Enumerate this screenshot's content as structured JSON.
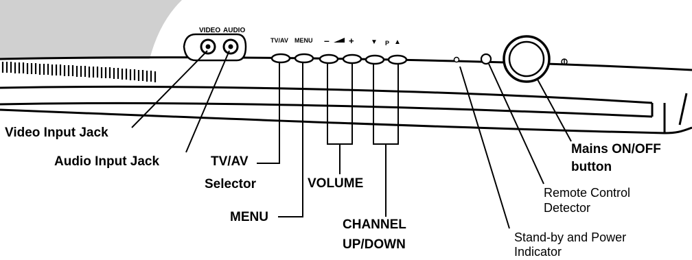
{
  "panel_labels": {
    "video": "VIDEO",
    "audio": "AUDIO",
    "tvav": "TV/AV",
    "menu": "MENU",
    "vol_minus": "–",
    "vol_plus": "+",
    "ch_down": "▼",
    "ch_p": "P",
    "ch_up": "▲"
  },
  "callouts": {
    "video_input": "Video Input Jack",
    "audio_input": "Audio Input Jack",
    "tvav_line1": "TV/AV",
    "tvav_line2": "Selector",
    "menu": "MENU",
    "volume": "VOLUME",
    "channel_line1": "CHANNEL",
    "channel_line2": "UP/DOWN",
    "mains_line1": "Mains ON/OFF",
    "mains_line2": "button",
    "remote_line1": "Remote Control",
    "remote_line2": "Detector",
    "standby_line1": "Stand-by and  Power",
    "standby_line2": "Indicator"
  },
  "colors": {
    "line": "#000000",
    "shade": "#d0d0d0",
    "background": "#ffffff"
  }
}
